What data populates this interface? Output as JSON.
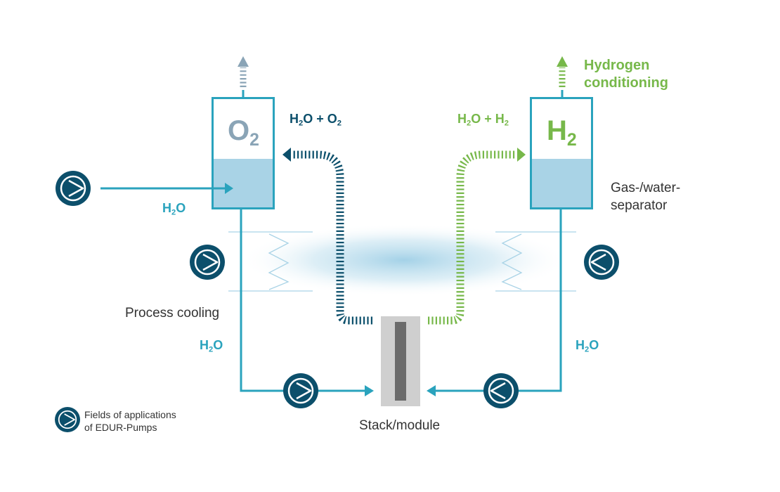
{
  "colors": {
    "teal": "#2aa3bd",
    "navy": "#0c4f6b",
    "green": "#77b84a",
    "slate": "#8aa4b6",
    "water_fill": "#a9d3e6",
    "stack_gray": "#cfcfcf",
    "cooling_glow": "#b9dced"
  },
  "labels": {
    "o2_symbol": "O",
    "o2_sub": "2",
    "h2_symbol": "H",
    "h2_sub": "2",
    "h2o_plus_o2": {
      "a": "H",
      "b": "2",
      "c": "O + O",
      "d": "2"
    },
    "h2o_plus_h2": {
      "a": "H",
      "b": "2",
      "c": "O + H",
      "d": "2"
    },
    "h2o": {
      "a": "H",
      "b": "2",
      "c": "O"
    },
    "hydrogen_conditioning_line1": "Hydrogen",
    "hydrogen_conditioning_line2": "conditioning",
    "gas_water_separator_line1": "Gas-/water-",
    "gas_water_separator_line2": "separator",
    "process_cooling": "Process cooling",
    "stack_module": "Stack/module",
    "legend_line1": "Fields of applications",
    "legend_line2": "of EDUR-Pumps"
  },
  "icons": {
    "pump": "pump-icon",
    "heat_exchanger": "heat-exchanger-icon",
    "flow_arrow": "arrow-icon"
  }
}
